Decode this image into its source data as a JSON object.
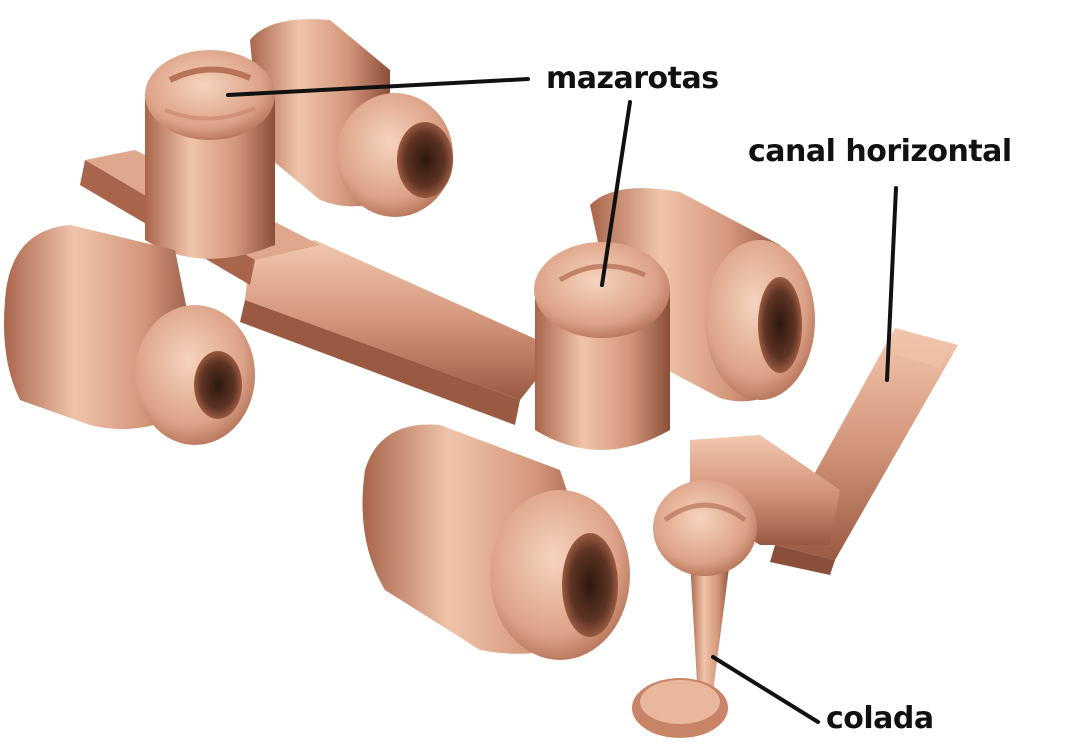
{
  "labels": {
    "mazarotas": "mazarotas",
    "canal_horizontal": "canal horizontal",
    "colada": "colada"
  },
  "colors": {
    "casting_base": "#d4967a",
    "casting_light": "#f2c8b0",
    "casting_mid": "#c98468",
    "casting_dark": "#8a4f3a",
    "casting_shadow": "#5e3424",
    "leader_line": "#111111"
  }
}
